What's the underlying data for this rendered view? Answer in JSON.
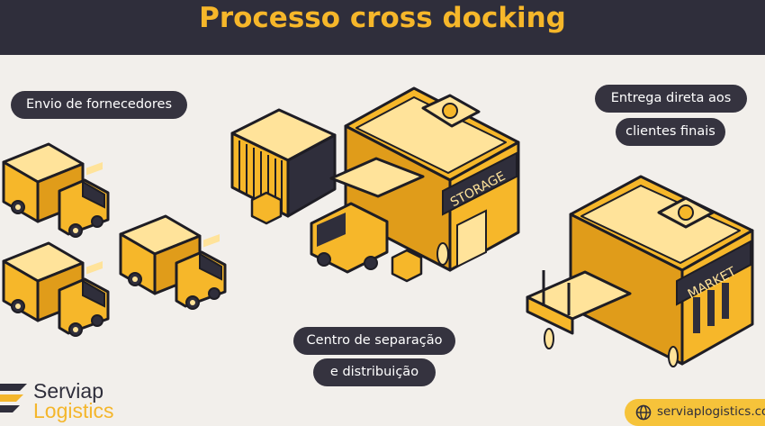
{
  "title": "Processo cross docking",
  "labels": {
    "suppliers": "Envio de fornecedores",
    "direct_line1": "Entrega direta aos",
    "direct_line2": "clientes finais",
    "center_line1": "Centro de separação",
    "center_line2": "e distribuição"
  },
  "signs": {
    "storage": "STORAGE",
    "market": "MARKET"
  },
  "logo": {
    "line1": "Serviap",
    "line2": "Logistics"
  },
  "website": "serviaplogistics.com",
  "colors": {
    "header_bg": "#2f2e3b",
    "accent": "#f6b72a",
    "pill_bg": "#35333f",
    "background": "#f2efeb",
    "ink": "#1e1d24"
  }
}
